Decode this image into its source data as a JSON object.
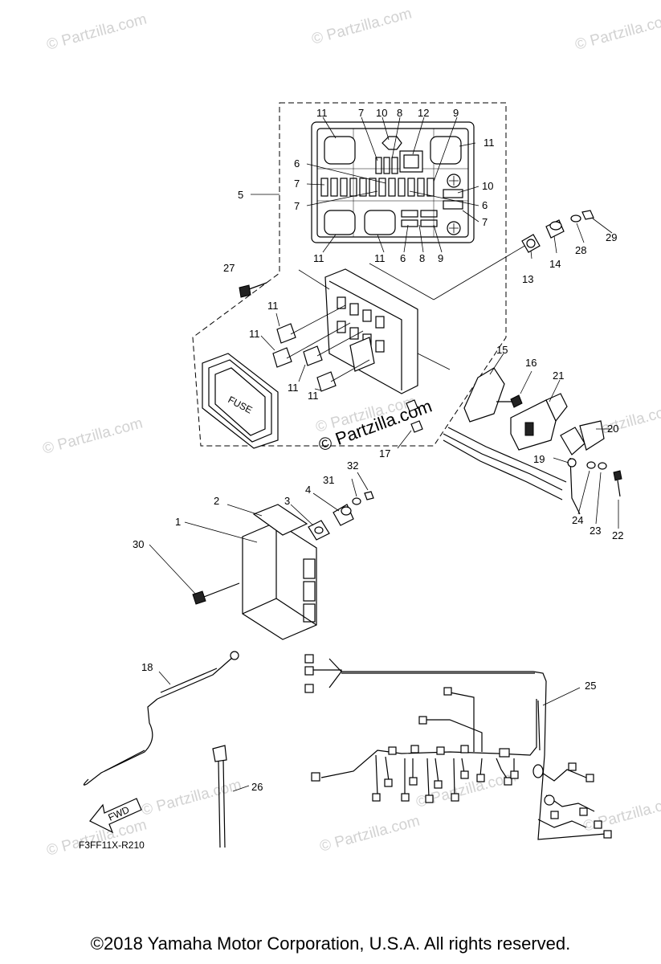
{
  "watermarks": [
    "© Partzilla.com",
    "© Partzilla.com",
    "© Partzilla.com",
    "© Partzilla.com",
    "© Partzilla.com",
    "© Partzilla.com",
    "© Partzilla.com",
    "© Partzilla.com",
    "© Partzilla.com",
    "© Partzilla.com",
    "© Partzilla.com"
  ],
  "watermark_center": "© Partzilla.com",
  "fuse_label": "FUSE",
  "fwd_label": "FWD",
  "diagram_code": "F3FF11X-R210",
  "copyright": "©2018  Yamaha Motor Corporation, U.S.A. All rights reserved.",
  "callouts": [
    "11",
    "7",
    "10",
    "8",
    "12",
    "9",
    "11",
    "6",
    "7",
    "10",
    "7",
    "6",
    "7",
    "5",
    "11",
    "11",
    "6",
    "8",
    "9",
    "27",
    "11",
    "11",
    "11",
    "11",
    "13",
    "14",
    "28",
    "29",
    "15",
    "16",
    "21",
    "20",
    "17",
    "19",
    "24",
    "23",
    "22",
    "32",
    "31",
    "4",
    "3",
    "2",
    "1",
    "30",
    "18",
    "25",
    "26"
  ]
}
